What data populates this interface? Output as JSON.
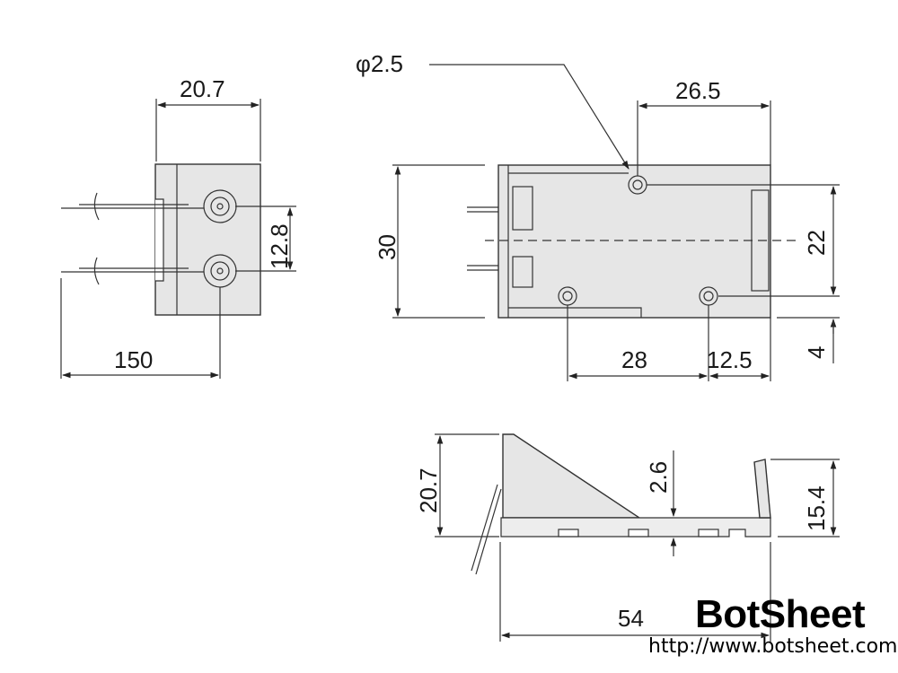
{
  "drawing": {
    "front_view": {
      "width_label": "20.7",
      "pitch_label": "12.8",
      "lead_length_label": "150"
    },
    "top_view": {
      "hole_label": "φ2.5",
      "hole_offset_label": "26.5",
      "height_label": "30",
      "hole_spacing_v_label": "22",
      "edge_offset_label": "4",
      "hole_spacing_h_label": "28",
      "edge_offset_h_label": "12.5"
    },
    "side_view": {
      "overall_height_label": "20.7",
      "base_thickness_label": "2.6",
      "flange_height_label": "15.4",
      "length_label": "54"
    }
  },
  "watermark": {
    "brand": "BotSheet",
    "url": "http://www.botsheet.com"
  }
}
